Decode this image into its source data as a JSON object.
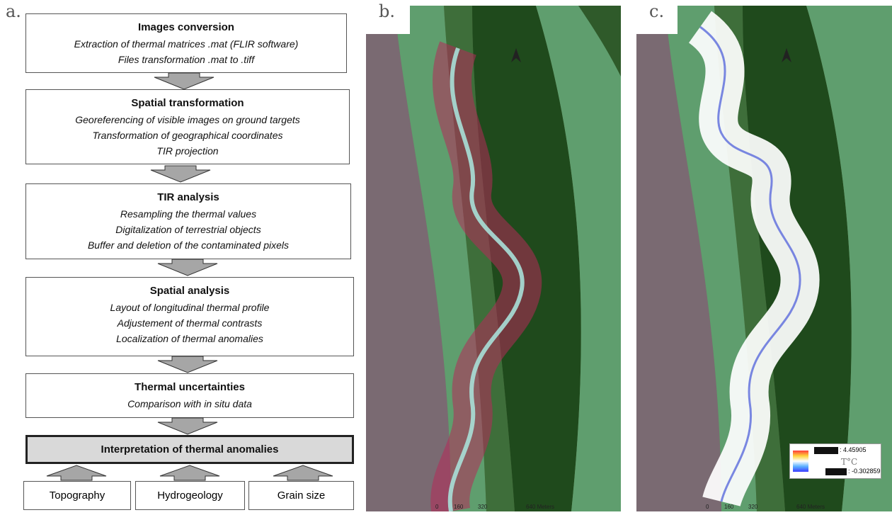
{
  "panels": {
    "a": "a.",
    "b": "b.",
    "c": "c."
  },
  "flow": [
    {
      "title": "Images conversion",
      "lines": [
        "Extraction of thermal matrices .mat (FLIR software)",
        "Files transformation .mat to .tiff"
      ]
    },
    {
      "title": "Spatial transformation",
      "lines": [
        "Georeferencing of visible images on ground targets",
        "Transformation of geographical coordinates",
        "TIR projection"
      ]
    },
    {
      "title": "TIR analysis",
      "lines": [
        "Resampling the thermal values",
        "Digitalization of terrestrial objects",
        "Buffer and deletion of the contaminated pixels"
      ]
    },
    {
      "title": "Spatial analysis",
      "lines": [
        "Layout of longitudinal thermal profile",
        "Adjustement of thermal contrasts",
        "Localization of thermal anomalies"
      ]
    },
    {
      "title": "Thermal uncertainties",
      "lines": [
        "Comparison with in situ data"
      ]
    }
  ],
  "final_box": "Interpretation of thermal anomalies",
  "inputs": [
    "Topography",
    "Hydrogeology",
    "Grain size"
  ],
  "scale_labels": [
    "0",
    "160",
    "320",
    "640 Meters"
  ],
  "legend": {
    "max": ": 4.45905",
    "unit": "T°C",
    "min": ": -0.302859"
  },
  "colors": {
    "river": "#5f9e6e",
    "vegetation": "#1f4a1c",
    "land": "#6b7a55",
    "arrow": "#a6a6a6"
  }
}
